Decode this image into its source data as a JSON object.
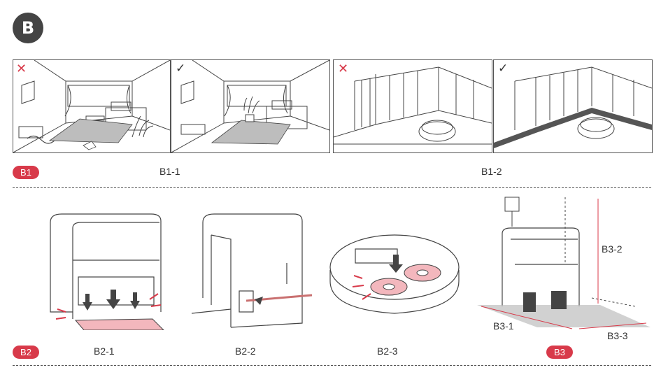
{
  "section": {
    "badge": "B"
  },
  "b1": {
    "tag": "B1",
    "captions": [
      "B1-1",
      "B1-2"
    ],
    "panel_marks": {
      "wrong": "✕",
      "right": "✓"
    }
  },
  "b2": {
    "tag": "B2",
    "captions": [
      "B2-1",
      "B2-2",
      "B2-3"
    ]
  },
  "b3": {
    "tag": "B3",
    "dimensions": [
      "B3-1",
      "B3-2",
      "B3-3"
    ]
  },
  "colors": {
    "accent": "#d83a4a",
    "line": "#444444",
    "pink": "#f3b7bd",
    "floor": "#bdbdbd"
  },
  "icons": [
    "cross-mark-icon",
    "check-mark-icon",
    "down-arrow-icon",
    "power-outlet-icon"
  ]
}
